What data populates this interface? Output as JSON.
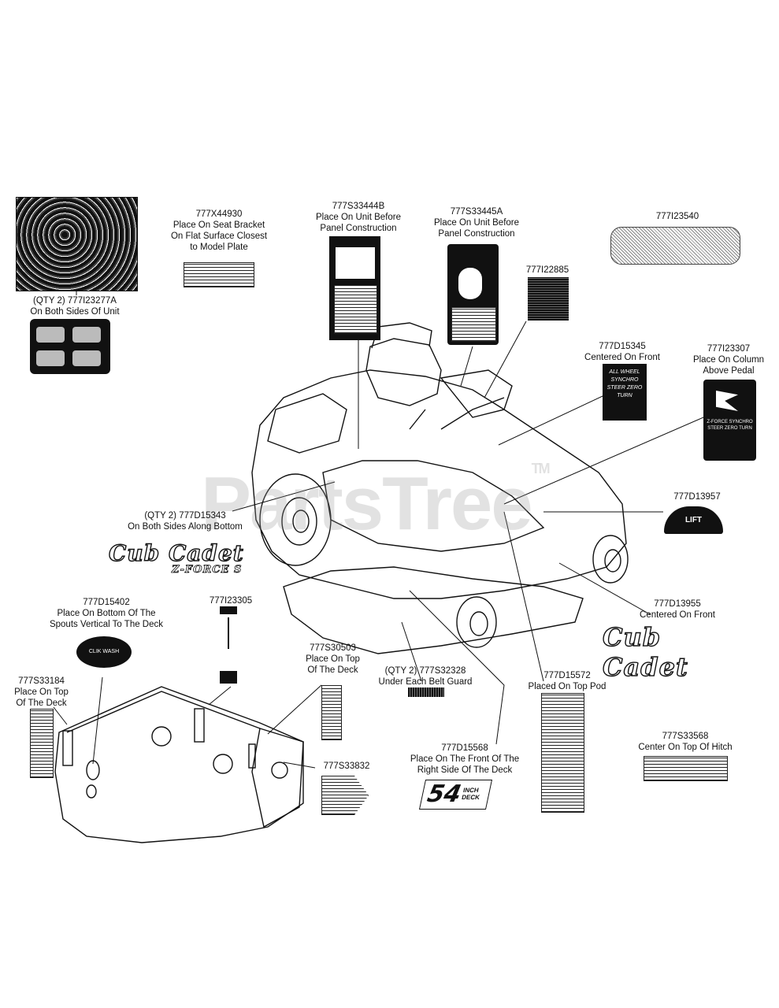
{
  "watermark": {
    "text": "PartsTree",
    "tm": "TM"
  },
  "labels": {
    "l_777x44930": "777X44930\nPlace On Seat Bracket\nOn Flat Surface Closest\nto Model Plate",
    "l_777i23277a": "(QTY 2) 777I23277A\nOn Both Sides Of Unit",
    "l_777s33444b": "777S33444B\nPlace On Unit Before\nPanel Construction",
    "l_777s33445a": "777S33445A\nPlace On Unit Before\nPanel Construction",
    "l_777i23540": "777I23540",
    "l_777i22885": "777I22885",
    "l_777d15345": "777D15345\nCentered On Front",
    "l_777i23307": "777I23307\nPlace On Column\nAbove Pedal",
    "l_777d13957": "777D13957",
    "l_777d15343": "(QTY 2) 777D15343\nOn Both Sides Along Bottom",
    "l_777d13955": "777D13955\nCentered On Front",
    "l_777d15402": "777D15402\nPlace On Bottom Of The\nSpouts Vertical To The Deck",
    "l_777i23305": "777I23305",
    "l_777s30503": "777S30503\nPlace On Top\nOf The Deck",
    "l_777s33184": "777S33184\nPlace On Top\nOf The Deck",
    "l_777s32328": "(QTY 2) 777S32328\nUnder Each Belt Guard",
    "l_777d15572": "777D15572\nPlaced On Top Pod",
    "l_777s33568": "777S33568\nCenter On Top Of Hitch",
    "l_777s33832": "777S33832",
    "l_777d15568": "777D15568\nPlace On The Front Of The\nRight Side Of The Deck"
  },
  "decals": {
    "cub_cadet_force": "Cub Cadet",
    "force_sub": "Z-FORCE S",
    "cub_cadet_front": "Cub Cadet",
    "lift": "LIFT",
    "zero_turn": "ALL WHEEL\nSYNCHRO\nSTEER\nZERO\nTURN",
    "deck_size": "54",
    "deck_size_sub": "INCH\nDECK",
    "column_text": "Z-FORCE\nSYNCHRO STEER\nZERO TURN",
    "clik_wash": "CLIK WASH"
  }
}
